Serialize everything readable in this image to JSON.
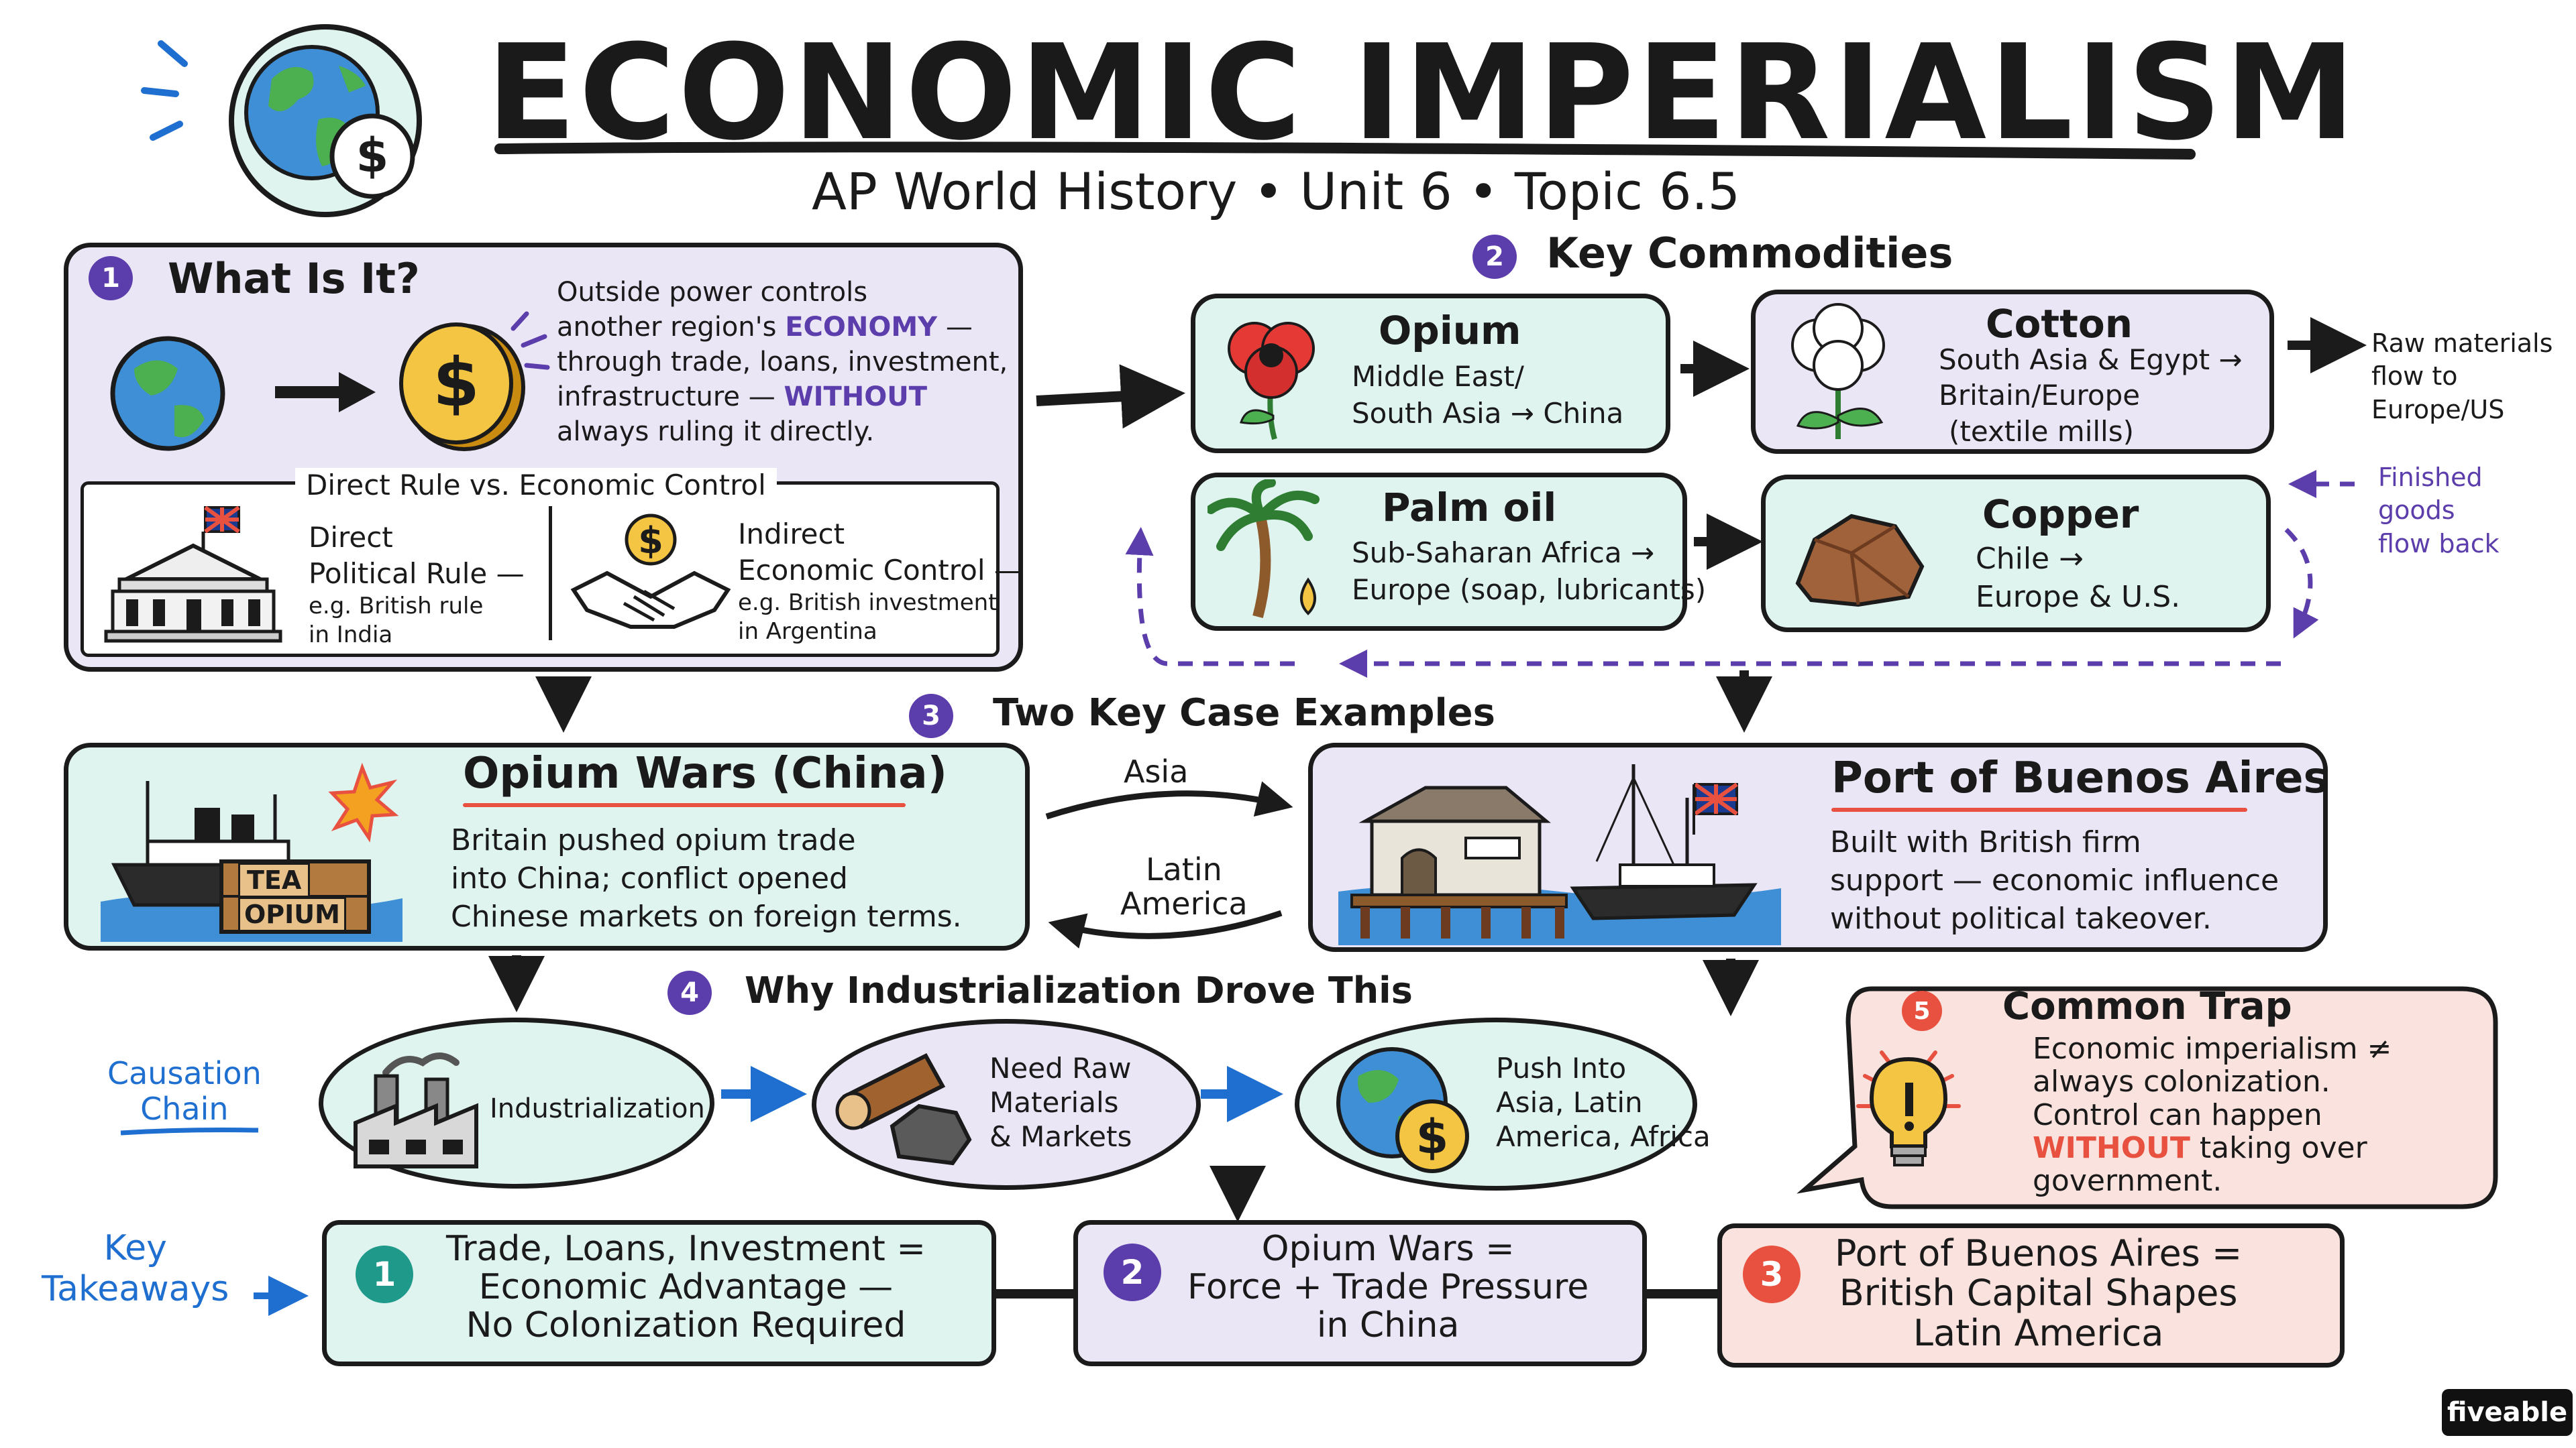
{
  "title": "ECONOMIC IMPERIALISM",
  "subtitle": "AP World History  •  Unit 6  •  Topic 6.5",
  "brand": "fiveable",
  "colors": {
    "accent_purple": "#5b3dab",
    "accent_red": "#e8513f",
    "accent_teal": "#1f9a8a",
    "accent_blue": "#1f6fd1",
    "mint_fill": "#dff3ef",
    "lavender_fill": "#ebe6f6",
    "pink_fill": "#fae3de"
  },
  "what_is_it": {
    "number": "1",
    "heading": "What Is It?",
    "icons": [
      "globe-icon",
      "arrow-right-icon",
      "dollar-coin-icon"
    ],
    "desc_lines": [
      [
        "Outside power controls"
      ],
      [
        "another region's ",
        "ECONOMY",
        " —"
      ],
      [
        "through trade, loans, investment,"
      ],
      [
        "infrastructure — ",
        "WITHOUT"
      ],
      [
        "always ruling it directly."
      ]
    ],
    "comparison_title": "Direct Rule vs. Economic Control",
    "direct_lines": [
      "Direct",
      "Political Rule —",
      "e.g. British rule",
      "in India"
    ],
    "indirect_lines": [
      "Indirect",
      "Economic Control —",
      "e.g. British investment",
      "in Argentina"
    ]
  },
  "commodities": {
    "number": "2",
    "heading": "Key Commodities",
    "items": [
      {
        "name": "Opium",
        "lines": [
          "Middle East/",
          "South Asia → China"
        ],
        "icon": "poppy-icon"
      },
      {
        "name": "Cotton",
        "lines": [
          "South Asia & Egypt →",
          "Britain/Europe",
          "(textile mills)"
        ],
        "icon": "cotton-icon"
      },
      {
        "name": "Palm oil",
        "lines": [
          "Sub-Saharan Africa →",
          "Europe (soap, lubricants)"
        ],
        "icon": "palm-tree-icon"
      },
      {
        "name": "Copper",
        "lines": [
          "Chile →",
          "Europe & U.S."
        ],
        "icon": "copper-ore-icon"
      }
    ],
    "raw_flow_lines": [
      "Raw materials",
      "flow to",
      "Europe/US"
    ],
    "finished_flow_lines": [
      "Finished",
      "goods",
      "flow back"
    ]
  },
  "cases": {
    "number": "3",
    "heading": "Two Key Case Examples",
    "opium_wars": {
      "title": "Opium Wars (China)",
      "lines": [
        "Britain pushed opium trade",
        "into China; conflict opened",
        "Chinese markets on foreign terms."
      ],
      "crate_labels": [
        "TEA",
        "OPIUM"
      ]
    },
    "buenos_aires": {
      "title": "Port of Buenos Aires",
      "lines": [
        "Built with British firm",
        "support — economic influence",
        "without political takeover."
      ]
    },
    "arrow_top_label": "Asia",
    "arrow_bottom_lines": [
      "Latin",
      "America"
    ]
  },
  "industrialization": {
    "number": "4",
    "heading": "Why Industrialization Drove This",
    "side_label_lines": [
      "Causation",
      "Chain"
    ],
    "nodes": [
      {
        "lines": [
          "Industrialization"
        ],
        "icon": "factory-icon"
      },
      {
        "lines": [
          "Need Raw",
          "Materials",
          "& Markets"
        ],
        "icon": "raw-materials-icon"
      },
      {
        "lines": [
          "Push Into",
          "Asia, Latin",
          "America, Africa"
        ],
        "icon": "globe-dollar-icon"
      }
    ]
  },
  "common_trap": {
    "number": "5",
    "heading": "Common Trap",
    "lines": [
      [
        "Economic imperialism ≠"
      ],
      [
        "always colonization."
      ],
      [
        "Control can happen"
      ],
      [
        "WITHOUT",
        " taking over"
      ],
      [
        "government."
      ]
    ]
  },
  "takeaways": {
    "label_lines": [
      "Key",
      "Takeaways"
    ],
    "items": [
      {
        "number": "1",
        "lines": [
          "Trade, Loans, Investment =",
          "Economic Advantage —",
          "No Colonization Required"
        ]
      },
      {
        "number": "2",
        "lines": [
          "Opium Wars =",
          "Force + Trade Pressure",
          "in China"
        ]
      },
      {
        "number": "3",
        "lines": [
          "Port of Buenos Aires =",
          "British Capital Shapes",
          "Latin America"
        ]
      }
    ]
  }
}
